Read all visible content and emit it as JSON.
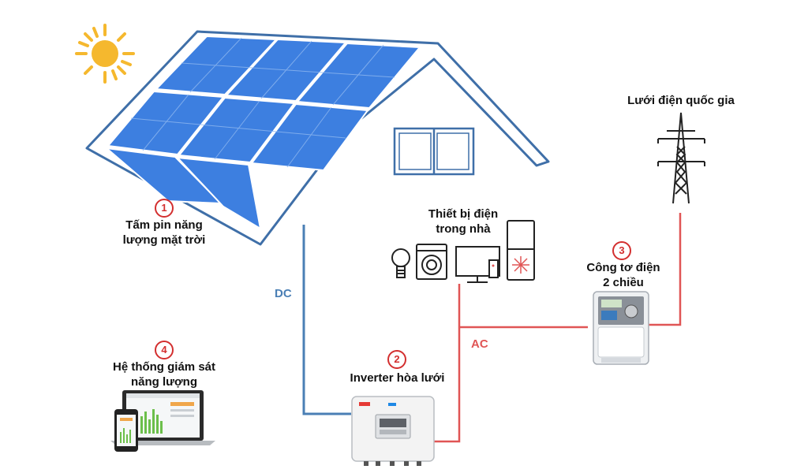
{
  "components": {
    "solar_panel": {
      "number": "1",
      "label_line1": "Tấm pin năng",
      "label_line2": "lượng mặt trời"
    },
    "appliances": {
      "label_line1": "Thiết bị điện",
      "label_line2": "trong nhà"
    },
    "grid": {
      "label": "Lưới điện quốc gia"
    },
    "meter": {
      "number": "3",
      "label_line1": "Công tơ điện",
      "label_line2": "2 chiều"
    },
    "inverter": {
      "number": "2",
      "label": "Inverter hòa lưới"
    },
    "monitoring": {
      "number": "4",
      "label_line1": "Hệ thống giám sát",
      "label_line2": "năng lượng"
    }
  },
  "wires": {
    "dc_label": "DC",
    "ac_label": "AC"
  },
  "colors": {
    "dc": "#4a7fb5",
    "ac": "#e05555",
    "panel": "#3d7fe0",
    "roof": "#3f6fa8",
    "sun": "#f5b82e"
  },
  "icons": [
    "sun-icon",
    "solar-panel-icon",
    "house-outline-icon",
    "window-icon",
    "bulb-icon",
    "washing-machine-icon",
    "tv-icon",
    "fridge-icon",
    "power-tower-icon",
    "meter-icon",
    "inverter-icon",
    "laptop-icon",
    "phone-icon"
  ]
}
